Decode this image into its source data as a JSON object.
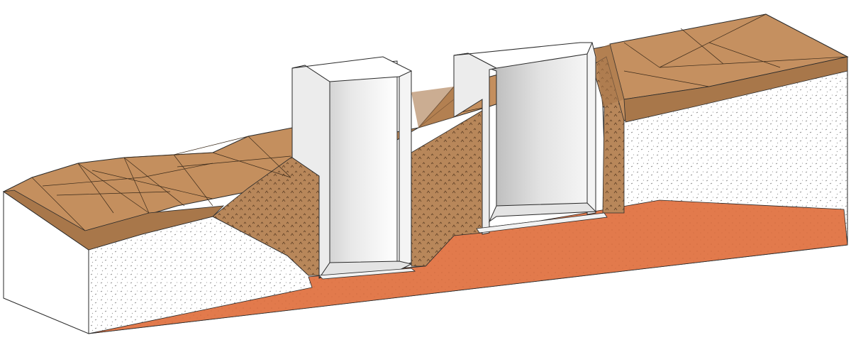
{
  "diagram": {
    "type": "isometric-terrain-section",
    "colors": {
      "topsoil": "#c48f5e",
      "topsoil_dark": "#a8774a",
      "topsoil_light": "#d3a472",
      "excavation_fill": "#b8875a",
      "subsoil": "#ffffff",
      "bedrock": "#e27a4c",
      "concrete": "#eaeaea",
      "concrete_shade": "#c9c9c9",
      "outline": "#2a2a2a"
    },
    "structures": [
      {
        "name": "left-u-channel",
        "material": "concrete"
      },
      {
        "name": "right-u-channel",
        "material": "concrete"
      }
    ],
    "layers": [
      "topsoil",
      "excavation-backfill",
      "subsoil",
      "bedrock"
    ]
  }
}
